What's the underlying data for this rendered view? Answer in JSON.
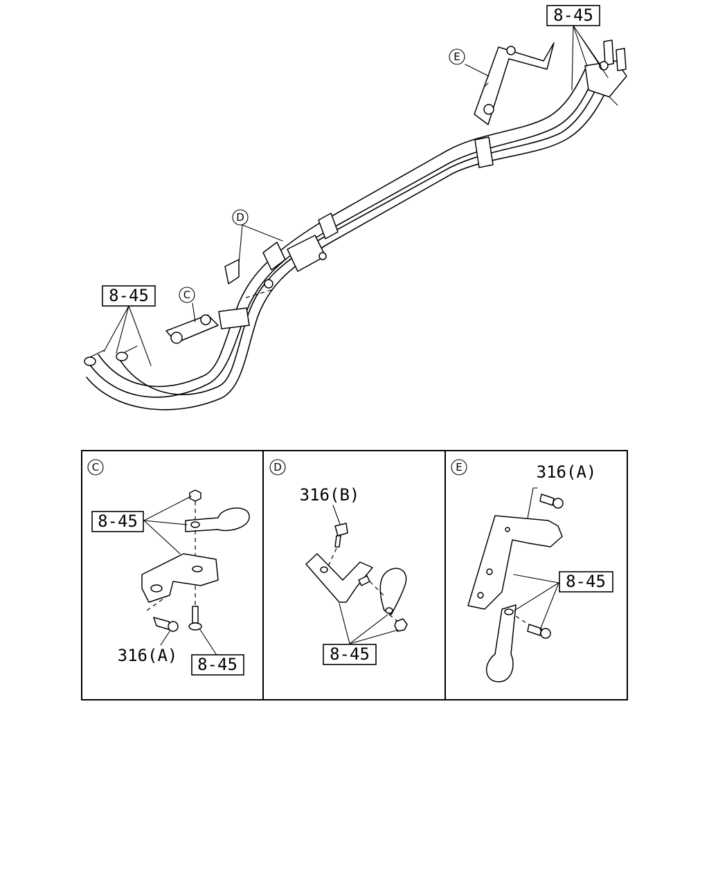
{
  "callouts": {
    "pipe_left": "8-45",
    "pipe_right": "8-45",
    "detail_c_upper": "8-45",
    "detail_c_lower": "8-45",
    "detail_c_bolt": "316(A)",
    "detail_d_bolt": "316(B)",
    "detail_d_bracket": "8-45",
    "detail_e_bolt": "316(A)",
    "detail_e_bracket": "8-45"
  },
  "view_markers": {
    "c": "C",
    "d": "D",
    "e": "E"
  },
  "detail_panels": {
    "c": "C",
    "d": "D",
    "e": "E"
  },
  "colors": {
    "line": "#000000",
    "background": "#ffffff"
  }
}
